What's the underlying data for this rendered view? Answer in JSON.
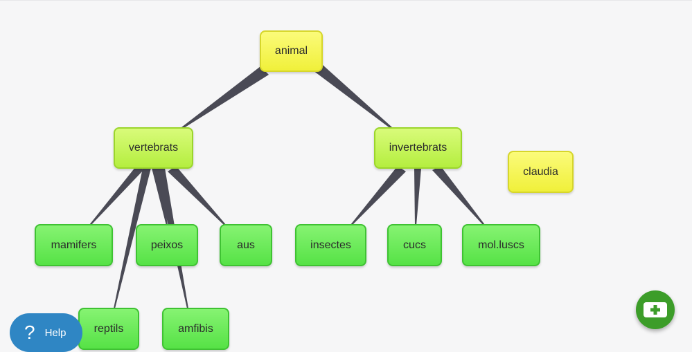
{
  "nodes": {
    "animal": "animal",
    "vertebrats": "vertebrats",
    "invertebrats": "invertebrats",
    "claudia": "claudia",
    "mamifers": "mamifers",
    "peixos": "peixos",
    "aus": "aus",
    "insectes": "insectes",
    "cucs": "cucs",
    "molluscs": "mol.luscs",
    "reptils": "reptils",
    "amfibis": "amfibis"
  },
  "help": {
    "label": "Help",
    "icon": "question-icon"
  },
  "add": {
    "icon": "add-card-icon"
  },
  "colors": {
    "leaf_node": "#5ee84d",
    "mid_node": "#c5f55a",
    "root_node": "#f5f55a",
    "connector": "#4a4a55",
    "help_button": "#2f86c4",
    "add_button": "#3c9d29"
  }
}
